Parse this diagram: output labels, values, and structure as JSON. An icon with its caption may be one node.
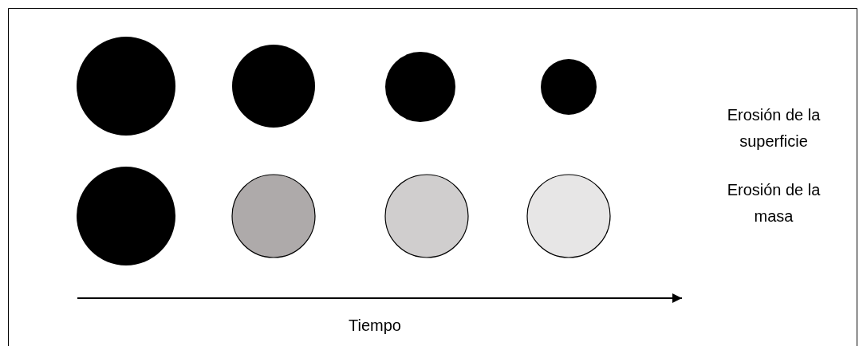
{
  "diagram": {
    "nodes": [
      {
        "text": [],
        "shape": "circle"
      },
      {
        "text": [],
        "shape": "circle"
      },
      {
        "text": [],
        "shape": "circle"
      },
      {
        "text": [],
        "shape": "circle"
      },
      {
        "text": [],
        "shape": "circle"
      },
      {
        "text": [],
        "shape": "circle"
      },
      {
        "text": [],
        "shape": "circle"
      },
      {
        "text": [],
        "shape": "circle"
      }
    ],
    "labels": [
      "Erosión de la superficie",
      "Erosión de la masa",
      "Tiempo"
    ]
  }
}
